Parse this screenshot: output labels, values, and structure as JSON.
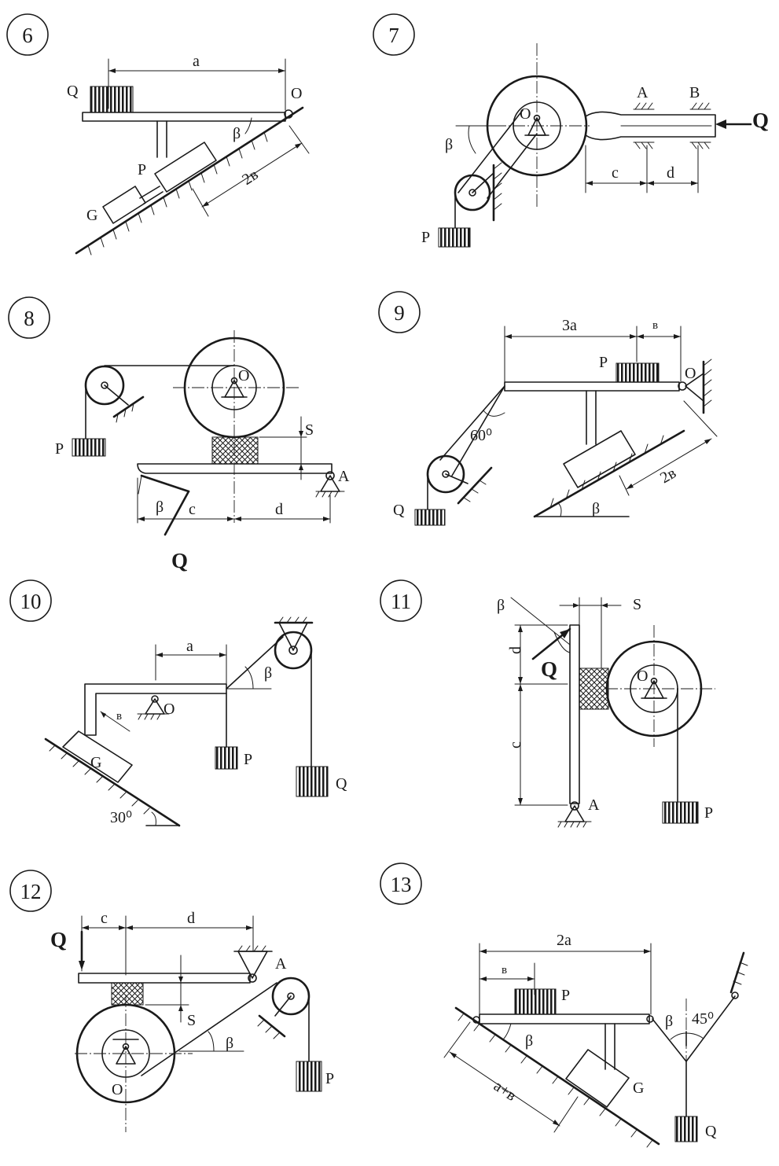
{
  "figures": [
    {
      "number": "6",
      "labels": {
        "a": "a",
        "O": "O",
        "Q": "Q",
        "P": "P",
        "G": "G",
        "beta": "β",
        "dim_2b": "2в"
      }
    },
    {
      "number": "7",
      "labels": {
        "O": "O",
        "A": "A",
        "B": "B",
        "Q": "Q",
        "P": "P",
        "beta": "β",
        "c": "c",
        "d": "d"
      }
    },
    {
      "number": "8",
      "labels": {
        "O": "O",
        "P": "P",
        "S": "S",
        "A": "A",
        "beta": "β",
        "c": "c",
        "d": "d",
        "Q": "Q"
      }
    },
    {
      "number": "9",
      "labels": {
        "dim_3a": "3a",
        "b": "в",
        "P": "P",
        "O": "O",
        "angle": "60⁰",
        "Q": "Q",
        "dim_2b": "2в",
        "beta": "β"
      }
    },
    {
      "number": "10",
      "labels": {
        "a": "a",
        "beta": "β",
        "b": "в",
        "O": "O",
        "G": "G",
        "P": "P",
        "Q": "Q",
        "angle": "30⁰"
      }
    },
    {
      "number": "11",
      "labels": {
        "beta": "β",
        "S": "S",
        "d": "d",
        "Q": "Q",
        "O": "O",
        "c": "c",
        "A": "A",
        "P": "P"
      }
    },
    {
      "number": "12",
      "labels": {
        "c": "c",
        "d": "d",
        "Q": "Q",
        "A": "A",
        "S": "S",
        "beta": "β",
        "O": "O",
        "P": "P"
      }
    },
    {
      "number": "13",
      "labels": {
        "dim_2a": "2a",
        "b": "в",
        "P": "P",
        "beta": "β",
        "angle": "45⁰",
        "dim_a_b": "a+в",
        "G": "G",
        "Q": "Q"
      }
    }
  ]
}
